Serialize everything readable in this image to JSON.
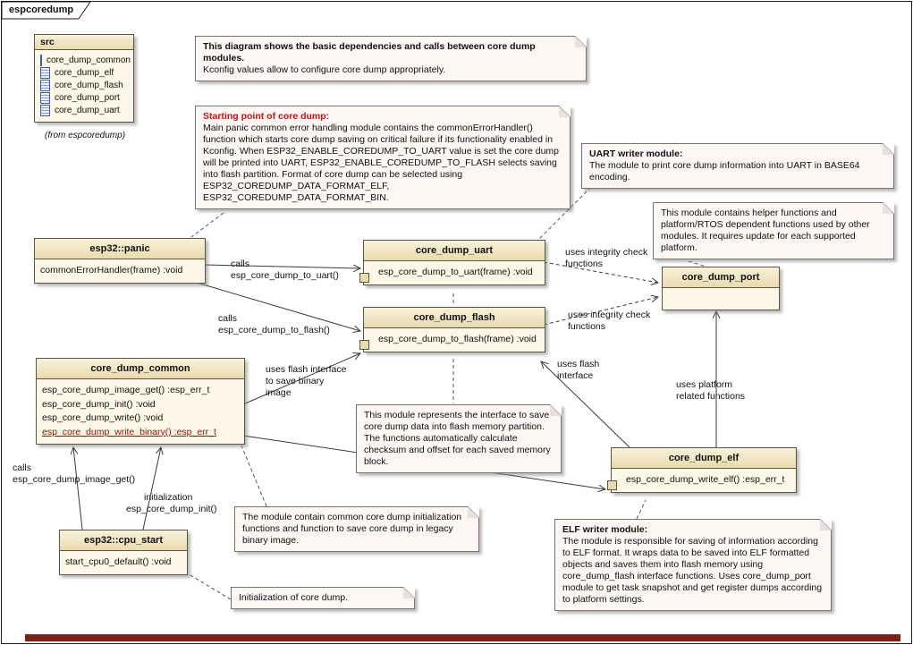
{
  "frame": {
    "title": "espcoredump"
  },
  "colors": {
    "class_header": "#e9dbae",
    "class_body": "#fdf7e7",
    "note_bg": "#fcf6f5",
    "red_note_title": "#cc1111",
    "highlight_method": "#a01010",
    "bottom_bar": "#7d2016"
  },
  "package": {
    "name": "src",
    "items": [
      "core_dump_common",
      "core_dump_elf",
      "core_dump_flash",
      "core_dump_port",
      "core_dump_uart"
    ],
    "from_label": "(from espcoredump)"
  },
  "classes": {
    "panic": {
      "name": "esp32::panic",
      "methods": [
        "commonErrorHandler(frame)  :void"
      ]
    },
    "uart": {
      "name": "core_dump_uart",
      "methods": [
        "esp_core_dump_to_uart(frame)  :void"
      ]
    },
    "flash": {
      "name": "core_dump_flash",
      "methods": [
        "esp_core_dump_to_flash(frame)  :void"
      ]
    },
    "port": {
      "name": "core_dump_port",
      "methods": []
    },
    "common": {
      "name": "core_dump_common",
      "methods": [
        "esp_core_dump_image_get() :esp_err_t",
        "esp_core_dump_init()  :void",
        "esp_core_dump_write()  :void",
        "esp_core_dump_write_binary() :esp_err_t"
      ]
    },
    "elf": {
      "name": "core_dump_elf",
      "methods": [
        "esp_core_dump_write_elf()  :esp_err_t"
      ]
    },
    "cpu_start": {
      "name": "esp32::cpu_start",
      "methods": [
        "start_cpu0_default()  :void"
      ]
    }
  },
  "notes": {
    "overview": {
      "title": "This diagram shows the basic dependencies and calls between core dump modules.",
      "body": "Kconfig values allow to configure core dump appropriately."
    },
    "starting": {
      "title": "Starting point of core dump:",
      "body": "Main panic  common error handling module contains the commonErrorHandler() function which starts core dump saving on critical failure if its functionality enabled in Kconfig. When ESP32_ENABLE_COREDUMP_TO_UART value is set the core dump will be printed into UART, ESP32_ENABLE_COREDUMP_TO_FLASH selects saving into flash partition. Format of core dump can be selected using ESP32_COREDUMP_DATA_FORMAT_ELF, ESP32_COREDUMP_DATA_FORMAT_BIN."
    },
    "uart_writer": {
      "title": "UART writer module:",
      "body": "The module to print core dump information into UART in BASE64 encoding."
    },
    "platform": {
      "body": "This module contains helper functions and platform/RTOS dependent functions used by other modules. It requires update for each supported platform."
    },
    "flash_iface": {
      "body": "This module represents the interface to save core dump data into flash memory partition. The functions automatically calculate checksum and offset for each saved memory block."
    },
    "common_mod": {
      "body": "The module contain common core dump initialization functions and function to save core dump in legacy binary image."
    },
    "init": {
      "body": "Initialization of core dump."
    },
    "elf_writer": {
      "title": "ELF writer module:",
      "body": "The module is responsible for saving of information according to ELF format. It wraps data to be saved into ELF formatted objects and saves them into flash memory using core_dump_flash interface functions. Uses core_dump_port module to get task snapshot and get register dumps according to platform settings."
    }
  },
  "edge_labels": {
    "to_uart": {
      "l1": "calls",
      "l2": "esp_core_dump_to_uart()"
    },
    "to_flash": {
      "l1": "calls",
      "l2": "esp_core_dump_to_flash()"
    },
    "integrity_uart": {
      "l1": "uses integrity check",
      "l2": "functions"
    },
    "integrity_flash": {
      "l1": "uses integrity check",
      "l2": "functions"
    },
    "flash_save": {
      "l1": "uses flash interface",
      "l2": "to save binary",
      "l3": "image"
    },
    "flash_use": {
      "l1": "uses flash",
      "l2": "interface"
    },
    "platform_use": {
      "l1": "uses platform",
      "l2": "related functions"
    },
    "image_get": {
      "l1": "calls",
      "l2": "esp_core_dump_image_get()"
    },
    "init_call": {
      "l1": "initialization",
      "l2": "esp_core_dump_init()"
    }
  }
}
